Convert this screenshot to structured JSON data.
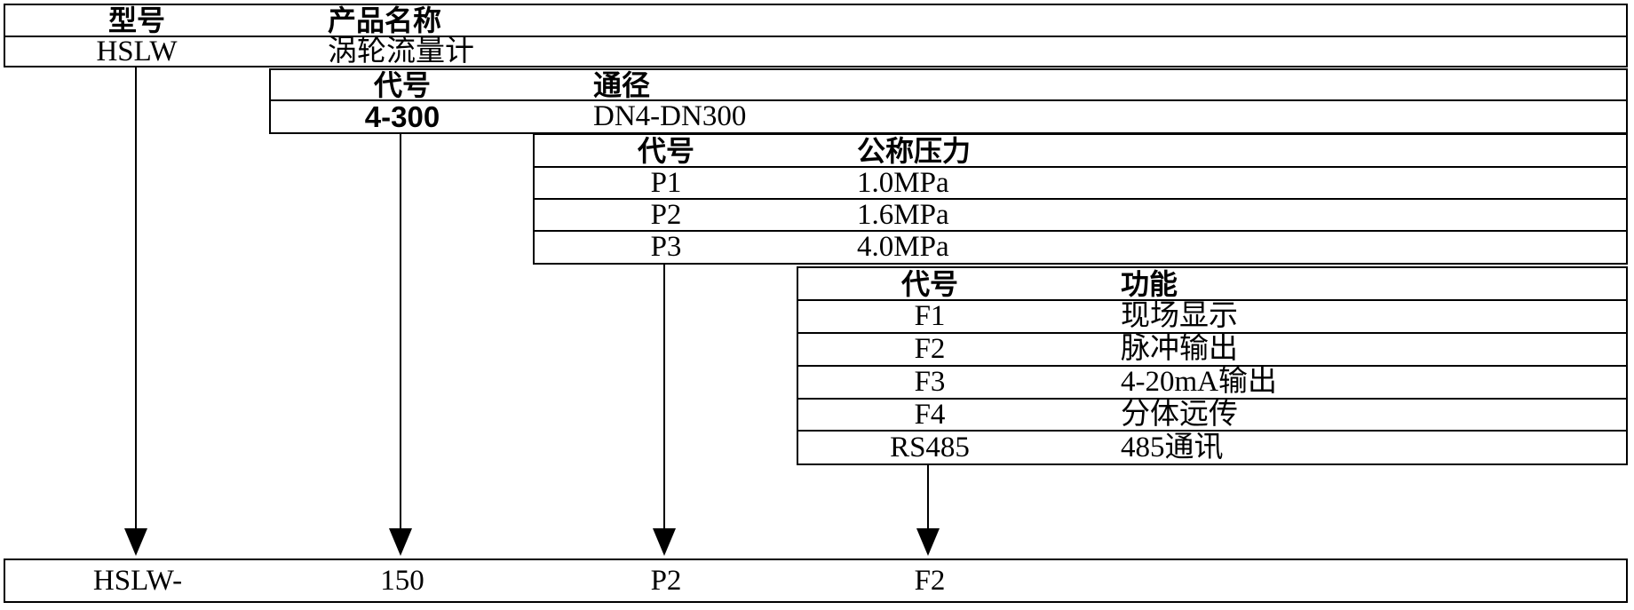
{
  "tables": [
    {
      "headers": [
        "型号",
        "产品名称"
      ],
      "rows": [
        [
          "HSLW",
          "涡轮流量计"
        ]
      ]
    },
    {
      "headers": [
        "代号",
        "通径"
      ],
      "rows": [
        [
          "4-300",
          "DN4-DN300"
        ]
      ]
    },
    {
      "headers": [
        "代号",
        "公称压力"
      ],
      "rows": [
        [
          "P1",
          "1.0MPa"
        ],
        [
          "P2",
          "1.6MPa"
        ],
        [
          "P3",
          "4.0MPa"
        ]
      ]
    },
    {
      "headers": [
        "代号",
        "功能"
      ],
      "rows": [
        [
          "F1",
          "现场显示"
        ],
        [
          "F2",
          "脉冲输出"
        ],
        [
          "F3",
          "4-20mA输出"
        ],
        [
          "F4",
          "分体远传"
        ],
        [
          "RS485",
          "485通讯"
        ]
      ]
    }
  ],
  "result": [
    "HSLW-",
    "150",
    "P2",
    "F2"
  ],
  "colors": {
    "line": "#000000",
    "background": "#ffffff",
    "text": "#000000"
  }
}
